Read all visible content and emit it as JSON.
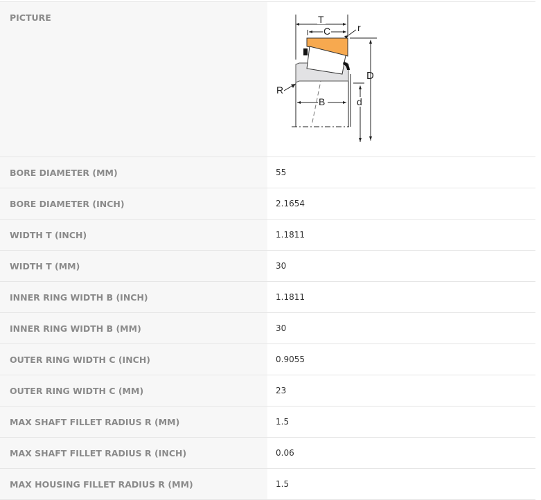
{
  "picture_label": "PICTURE",
  "diagram": {
    "T": "T",
    "C": "C",
    "r": "r",
    "D": "D",
    "R": "R",
    "B": "B",
    "d": "d"
  },
  "rows": [
    {
      "label": "BORE DIAMETER (MM)",
      "value": "55"
    },
    {
      "label": "BORE DIAMETER (INCH)",
      "value": "2.1654"
    },
    {
      "label": "WIDTH T (INCH)",
      "value": "1.1811"
    },
    {
      "label": "WIDTH T (MM)",
      "value": "30"
    },
    {
      "label": "INNER RING WIDTH B (INCH)",
      "value": "1.1811"
    },
    {
      "label": "INNER RING WIDTH B (MM)",
      "value": "30"
    },
    {
      "label": "OUTER RING WIDTH C (INCH)",
      "value": "0.9055"
    },
    {
      "label": "OUTER RING WIDTH C (MM)",
      "value": "23"
    },
    {
      "label": "MAX SHAFT FILLET RADIUS R (MM)",
      "value": "1.5"
    },
    {
      "label": "MAX SHAFT FILLET RADIUS R (INCH)",
      "value": "0.06"
    },
    {
      "label": "MAX HOUSING FILLET RADIUS R (MM)",
      "value": "1.5"
    }
  ]
}
